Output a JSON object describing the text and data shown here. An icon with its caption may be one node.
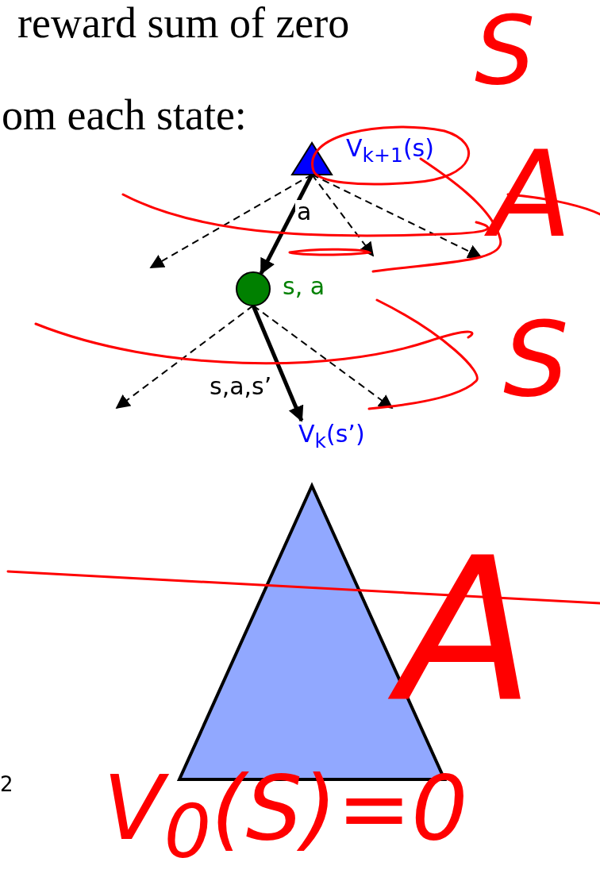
{
  "diagram": {
    "nodes": [
      {
        "text": [],
        "shape": "triangle",
        "beside": [
          "V$_{k+1}$(s)"
        ]
      },
      {
        "text": [],
        "shape": "circle",
        "beside": [
          "s, a"
        ]
      },
      {
        "text": [
          "V$_{k}$(s’)"
        ]
      },
      {
        "text": [],
        "shape": "triangle"
      }
    ],
    "edges": [
      {
        "from": 0,
        "to": null,
        "arrow": "to",
        "style": "dashed"
      },
      {
        "from": 0,
        "to": 1,
        "arrow": "to",
        "label": "a",
        "style": "thick"
      },
      {
        "from": 0,
        "to": null,
        "arrow": "to",
        "style": "dashed"
      },
      {
        "from": 0,
        "to": null,
        "arrow": "to",
        "style": "dashed"
      },
      {
        "from": 1,
        "to": null,
        "arrow": "to",
        "style": "dashed"
      },
      {
        "from": 1,
        "to": 2,
        "arrow": "to",
        "label": "s,a,s’",
        "style": "thick"
      },
      {
        "from": 1,
        "to": null,
        "arrow": "to",
        "style": "dashed"
      }
    ],
    "labels": [
      "reward sum of zero",
      "om each state:",
      "S",
      "A",
      "S",
      "A",
      "2",
      "V$_{0}$(S)=0"
    ]
  }
}
